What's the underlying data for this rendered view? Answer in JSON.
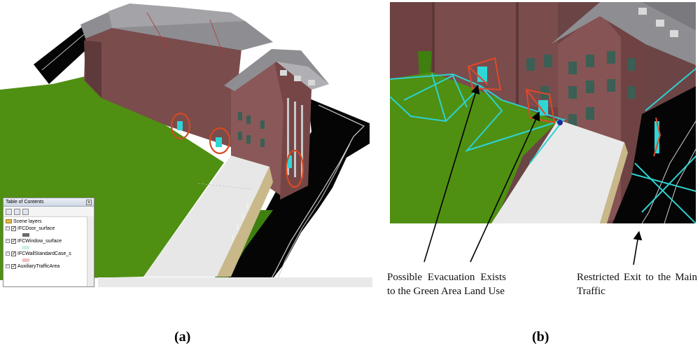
{
  "toc": {
    "title": "Table of Contents",
    "close_glyph": "×",
    "root_label": "Scene layers",
    "layers": [
      {
        "label": "IFCDoor_surface",
        "swatch": "#6b6b6b"
      },
      {
        "label": "IFCWindow_surface",
        "swatch": "#c8f0e6"
      },
      {
        "label": "IFCWallStandardCase_s",
        "swatch": "#f0c0c0"
      },
      {
        "label": "AuxiliaryTrafficArea",
        "swatch": ""
      }
    ],
    "checked_glyph": "✓",
    "expander_glyph": "−"
  },
  "captions": {
    "a": "(a)",
    "b": "(b)"
  },
  "annotations": {
    "left": "Possible Evacuation Exists to the Green Area Land Use",
    "right": "Restricted Exit to the Main Traffic"
  },
  "colors": {
    "grass": "#4f8f12",
    "road": "#000000",
    "wall": "#7a4c4c",
    "roof": "#8e8e92",
    "highlight_circle": "#d24a22",
    "window_highlight": "#2fd6d6",
    "evacuation_lines": "#2fd0d0"
  }
}
